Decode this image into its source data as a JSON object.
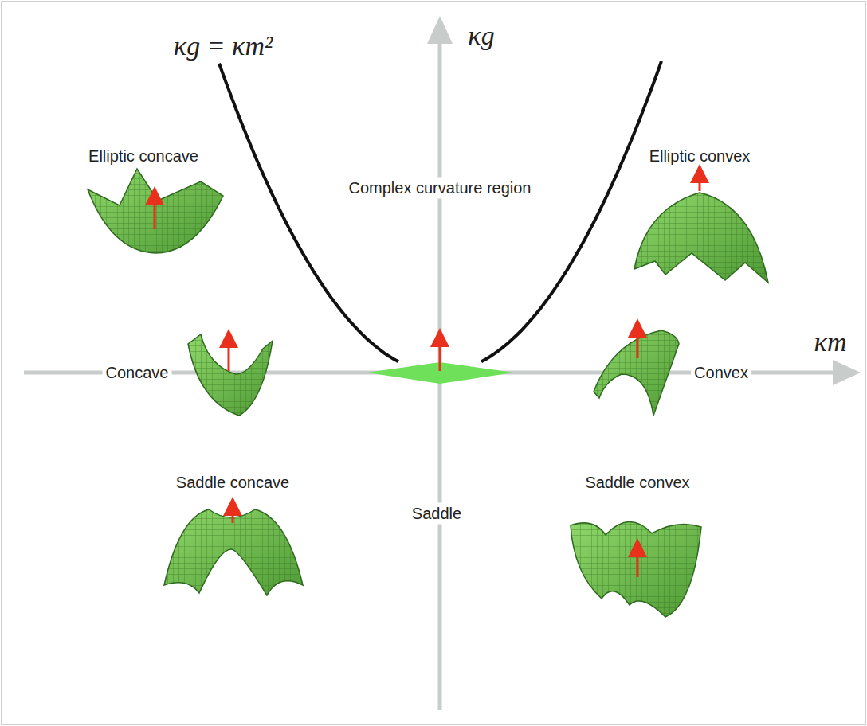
{
  "diagram": {
    "labels": [
      "κg = κm²",
      "κg",
      "κm",
      "Elliptic concave",
      "Complex curvature region",
      "Elliptic convex",
      "Concave",
      "Convex",
      "Saddle concave",
      "Saddle",
      "Saddle convex"
    ]
  }
}
